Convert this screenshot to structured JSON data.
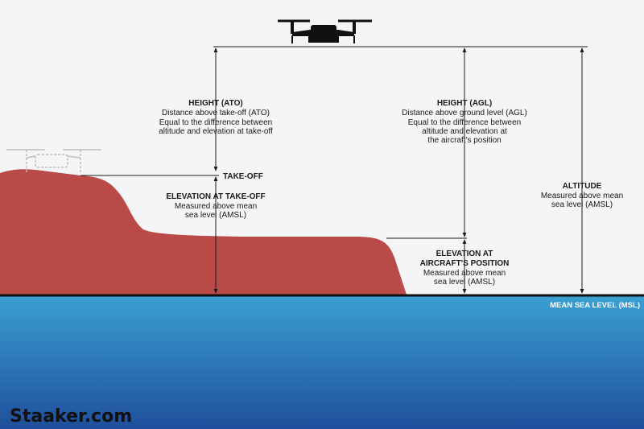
{
  "labels": {
    "height_ato": {
      "title": "HEIGHT (ATO)",
      "line1": "Distance above take-off (ATO)",
      "line2": "Equal to the difference between",
      "line3": "altitude and elevation at take-off"
    },
    "height_agl": {
      "title": "HEIGHT (AGL)",
      "line1": "Distance above ground level (AGL)",
      "line2": "Equal to the difference between",
      "line3": "altitude and elevation at",
      "line4": "the aircraft's position"
    },
    "takeoff": "TAKE-OFF",
    "elevation_takeoff": {
      "title": "ELEVATION AT TAKE-OFF",
      "line1": "Measured above mean",
      "line2": "sea level (AMSL)"
    },
    "altitude": {
      "title": "ALTITUDE",
      "line1": "Measured above mean",
      "line2": "sea level (AMSL)"
    },
    "elevation_aircraft": {
      "title1": "ELEVATION AT",
      "title2": "AIRCRAFT'S POSITION",
      "line1": "Measured above mean",
      "line2": "sea level (AMSL)"
    },
    "msl": "MEAN SEA LEVEL (MSL)"
  },
  "watermark": "Staaker.com",
  "colors": {
    "background": "#f4f5f6",
    "terrain": "#b94a48",
    "sea_top": "#3aa0d2",
    "sea_bottom": "#1f4f9c",
    "line": "#1a1a1a"
  },
  "icons": {
    "drone_flying": "drone-icon",
    "drone_takeoff": "drone-ghost-icon"
  }
}
